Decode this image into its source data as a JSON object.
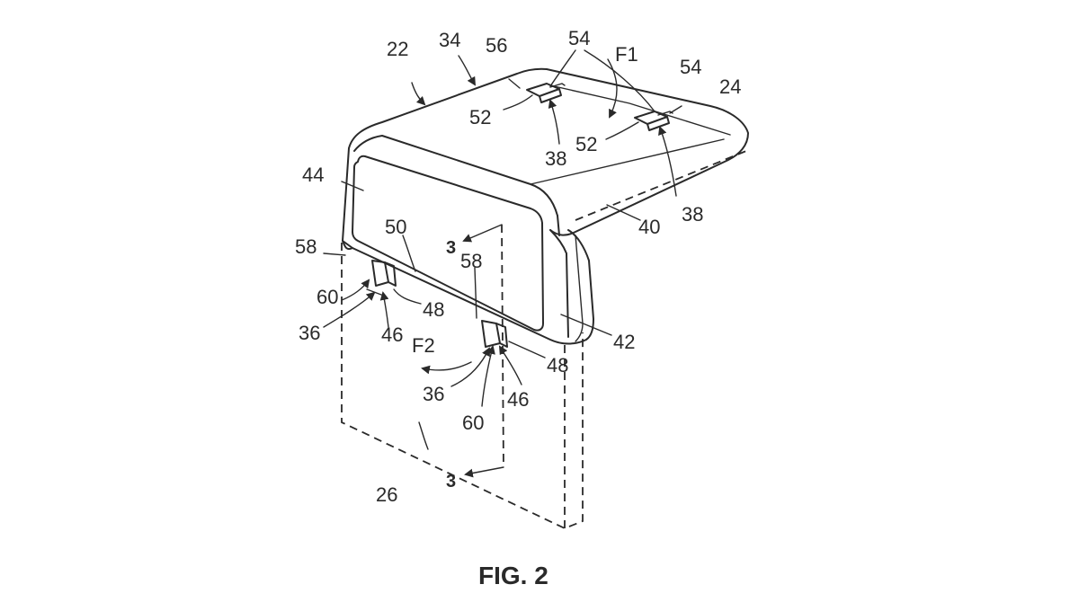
{
  "figure": {
    "caption": "FIG. 2",
    "section_marker": "3",
    "reference_numerals": {
      "r22": "22",
      "r34": "34",
      "r56": "56",
      "r54a": "54",
      "r54b": "54",
      "rF1": "F1",
      "r24": "24",
      "r52a": "52",
      "r52b": "52",
      "r38a": "38",
      "r38b": "38",
      "r44": "44",
      "r40": "40",
      "r50": "50",
      "r58a": "58",
      "r58b": "58",
      "r60a": "60",
      "r60b": "60",
      "r36a": "36",
      "r36b": "36",
      "r46a": "46",
      "r46b": "46",
      "r48a": "48",
      "r48b": "48",
      "r42": "42",
      "rF2": "F2",
      "r26": "26"
    }
  }
}
